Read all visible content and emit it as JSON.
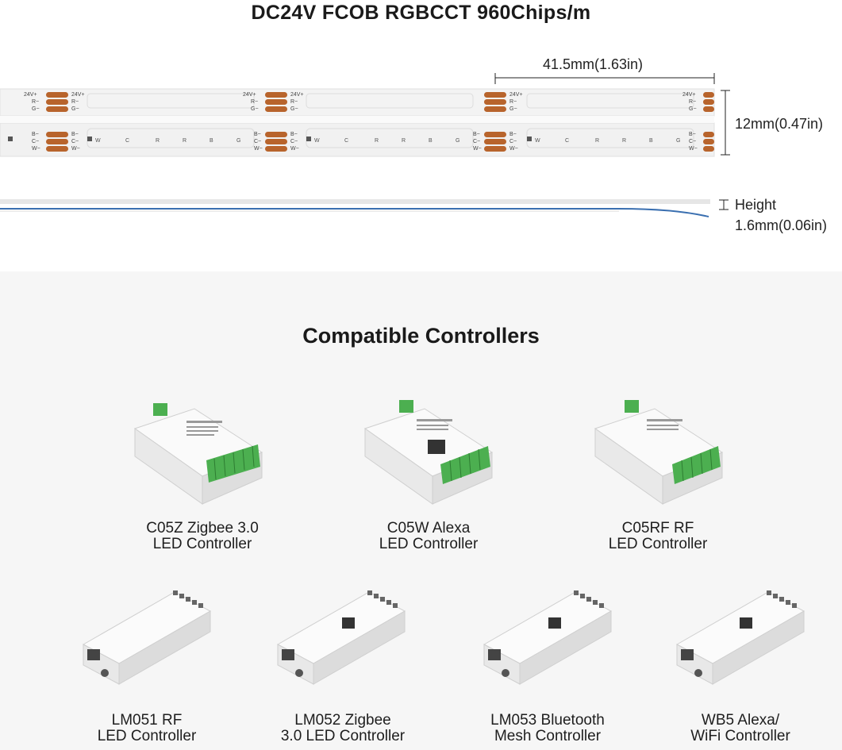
{
  "header": {
    "title": "DC24V FCOB RGBCCT 960Chips/m"
  },
  "strip": {
    "length_label": "41.5mm(1.63in)",
    "width_label": "12mm(0.47in)",
    "height_label": "Height",
    "height_value": "1.6mm(0.06in)",
    "pad_labels_top": [
      "24V+",
      "R−",
      "G−"
    ],
    "pad_labels_bottom": [
      "B−",
      "C−",
      "W−"
    ],
    "segment_marks": [
      "W",
      "C",
      "R",
      "R",
      "B",
      "G"
    ]
  },
  "controllers_section": {
    "title": "Compatible Controllers",
    "items": [
      {
        "line1": "C05Z Zigbee 3.0",
        "line2": "LED Controller"
      },
      {
        "line1": "C05W Alexa",
        "line2": "LED Controller"
      },
      {
        "line1": "C05RF RF",
        "line2": "LED Controller"
      },
      {
        "line1": "LM051 RF",
        "line2": "LED Controller"
      },
      {
        "line1": "LM052 Zigbee",
        "line2": "3.0 LED Controller"
      },
      {
        "line1": "LM053 Bluetooth",
        "line2": "Mesh Controller"
      },
      {
        "line1": "WB5 Alexa/",
        "line2": "WiFi Controller"
      }
    ]
  },
  "colors": {
    "pad_copper": "#b8642c",
    "strip_white": "#f2f2f2",
    "terminal_green": "#4caf50",
    "dimension_line": "#222222",
    "profile_blue": "#3a6fb0"
  }
}
